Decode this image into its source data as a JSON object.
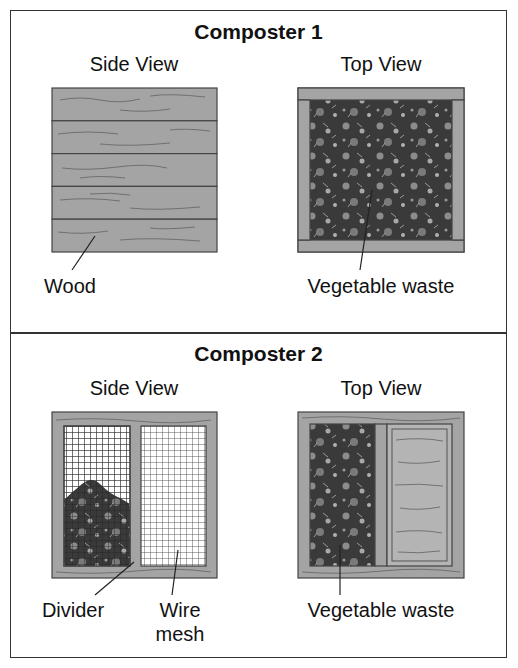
{
  "diagram": {
    "nodes": [
      {
        "text": [
          "Composter 1"
        ]
      },
      {
        "text": [
          "Composter 2"
        ]
      }
    ],
    "labels": [
      "Side View",
      "Top View",
      "Wood",
      "Vegetable waste",
      "Side View",
      "Top View",
      "Divider",
      "Wire mesh",
      "Vegetable waste"
    ]
  }
}
